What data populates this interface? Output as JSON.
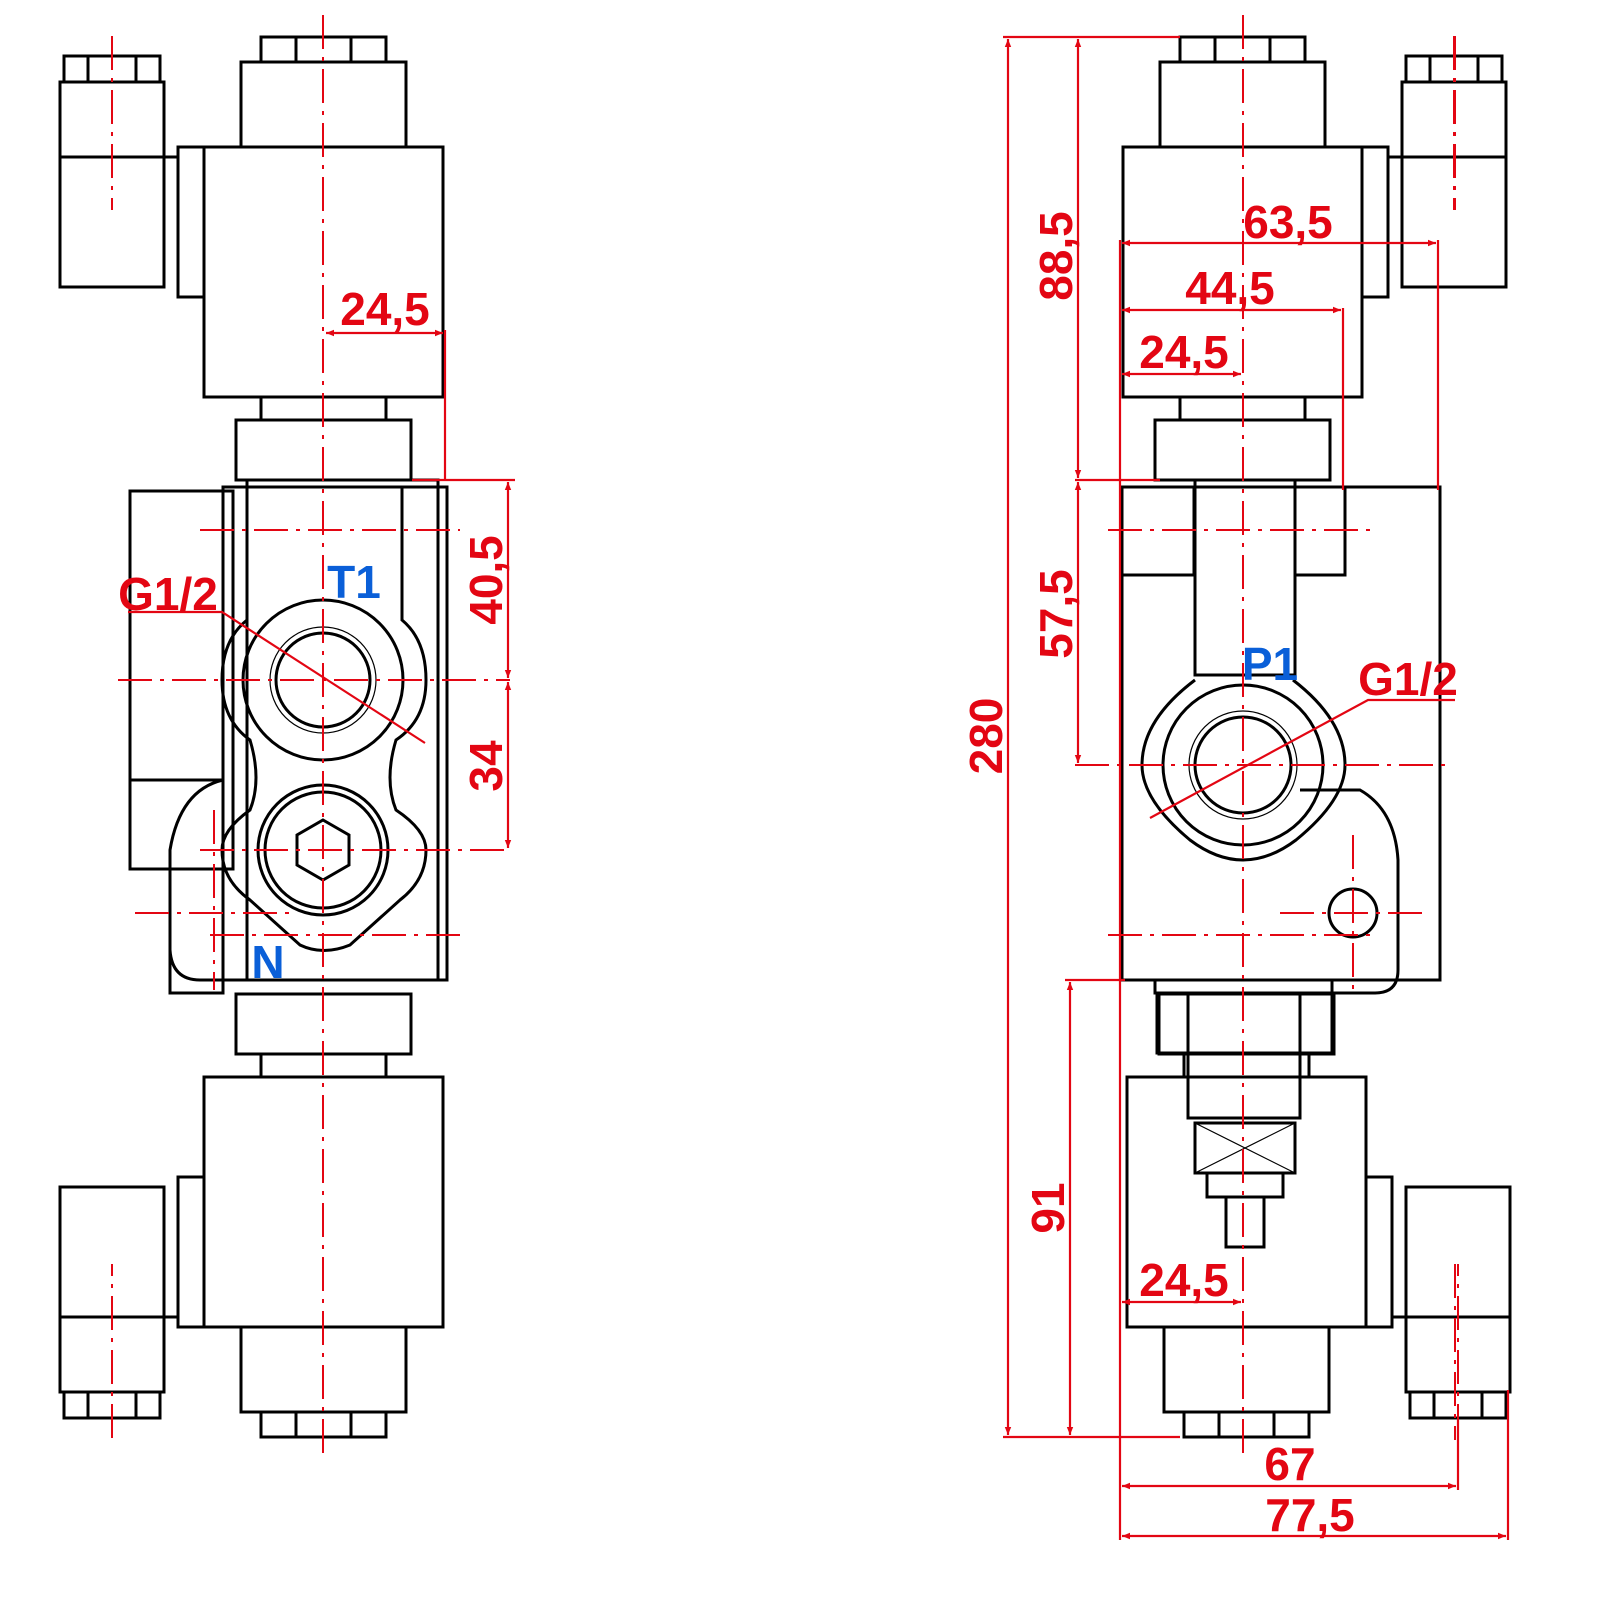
{
  "colors": {
    "dimension": "#e30613",
    "port_label": "#0a5fd8",
    "outline": "#000000"
  },
  "left_view": {
    "ports": {
      "t1": "T1",
      "n": "N"
    },
    "thread": "G1/2",
    "dims": {
      "offset": "24,5",
      "upper": "40,5",
      "lower": "34"
    }
  },
  "right_view": {
    "ports": {
      "p1": "P1"
    },
    "thread": "G1/2",
    "dims": {
      "coil_top": "88,5",
      "w635": "63,5",
      "w445": "44,5",
      "w245_top": "24,5",
      "port_height": "57,5",
      "overall": "280",
      "bottom": "91",
      "w245_bottom": "24,5",
      "w67": "67",
      "w775": "77,5"
    }
  }
}
